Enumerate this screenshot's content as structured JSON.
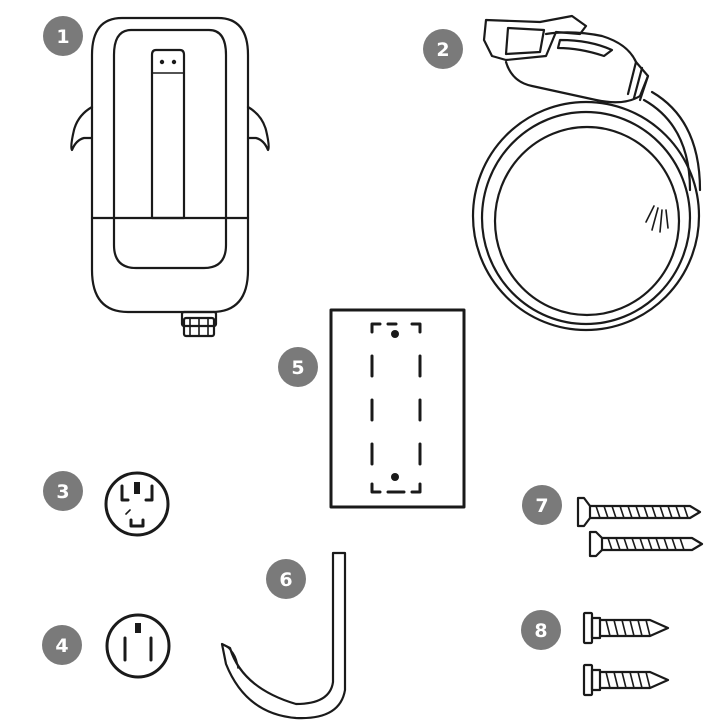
{
  "badge_color": "#7a7a7a",
  "line_color": "#1a1a1a",
  "parts": [
    {
      "number": "1",
      "icon": "wall-charger-unit-icon"
    },
    {
      "number": "2",
      "icon": "charging-connector-cable-icon"
    },
    {
      "number": "3",
      "icon": "outlet-14-50-icon"
    },
    {
      "number": "4",
      "icon": "outlet-6-50-icon"
    },
    {
      "number": "5",
      "icon": "wall-bracket-plate-icon"
    },
    {
      "number": "6",
      "icon": "cable-hook-icon"
    },
    {
      "number": "7",
      "icon": "wood-screws-icon"
    },
    {
      "number": "8",
      "icon": "anchor-screws-icon"
    }
  ]
}
